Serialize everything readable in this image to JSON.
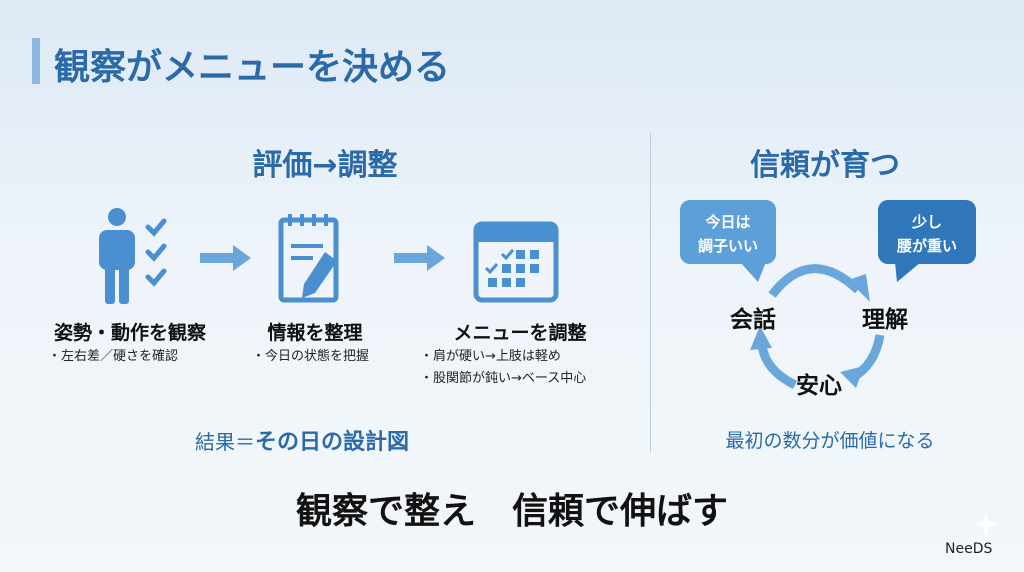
{
  "title": "観察がメニューを決める",
  "left": {
    "heading": "評価→調整",
    "steps": [
      {
        "label": "姿勢・動作を観察",
        "bullets": [
          "・左右差／硬さを確認"
        ],
        "icon": "person-checklist-icon"
      },
      {
        "label": "情報を整理",
        "bullets": [
          "・今日の状態を把握"
        ],
        "icon": "notepad-pencil-icon"
      },
      {
        "label": "メニューを調整",
        "bullets": [
          "・肩が硬い→上肢は軽め",
          "・股関節が鈍い→ベース中心"
        ],
        "icon": "calendar-icon"
      }
    ],
    "result_prefix": "結果＝",
    "result_emphasis": "その日の設計図"
  },
  "right": {
    "heading": "信頼が育つ",
    "bubble_left": [
      "今日は",
      "調子いい"
    ],
    "bubble_right": [
      "少し",
      "腰が重い"
    ],
    "cycle": [
      "会話",
      "理解",
      "安心"
    ],
    "caption": "最初の数分が価値になる"
  },
  "bottom": "観察で整え　信頼で伸ばす",
  "logo": "NeeDS",
  "colors": {
    "accent": "#2a6aa8",
    "icon": "#4a8fd0",
    "bubble_light": "#5d9fd8",
    "bubble_dark": "#2f76bb"
  }
}
